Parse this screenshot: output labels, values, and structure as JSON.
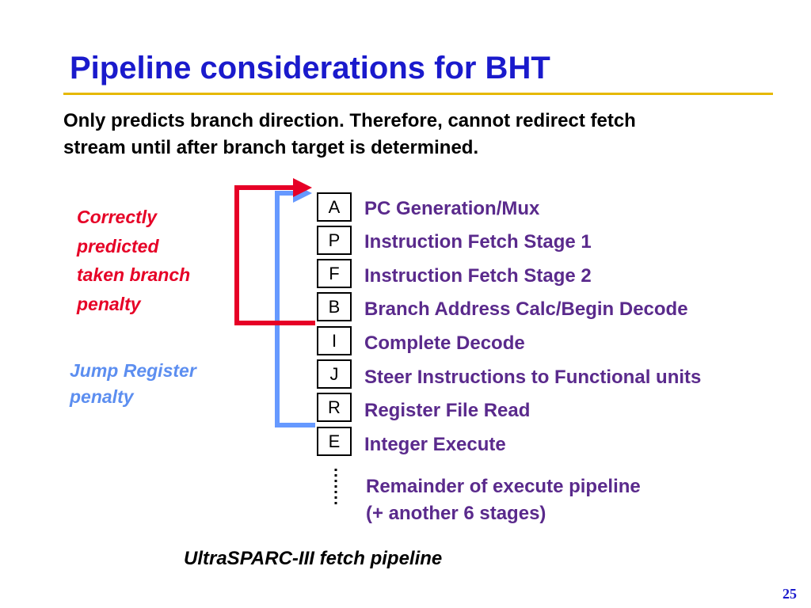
{
  "slide": {
    "title": "Pipeline considerations for BHT",
    "subtitle_lines": [
      "Only predicts branch direction. Therefore, cannot redirect fetch",
      "stream until after branch target is determined."
    ],
    "red_label_lines": [
      "Correctly",
      "predicted",
      "taken branch",
      "penalty"
    ],
    "blue_label_lines": [
      "Jump Register",
      "penalty"
    ],
    "stages": [
      {
        "letter": "A",
        "description": "PC Generation/Mux"
      },
      {
        "letter": "P",
        "description": "Instruction Fetch Stage 1"
      },
      {
        "letter": "F",
        "description": "Instruction Fetch Stage 2"
      },
      {
        "letter": "B",
        "description": "Branch Address Calc/Begin Decode"
      },
      {
        "letter": "I",
        "description": "Complete Decode"
      },
      {
        "letter": "J",
        "description": "Steer Instructions to Functional units"
      },
      {
        "letter": "R",
        "description": "Register File Read"
      },
      {
        "letter": "E",
        "description": "Integer Execute"
      }
    ],
    "remainder_lines": [
      "Remainder of execute pipeline",
      "(+ another 6 stages)"
    ],
    "caption": "UltraSPARC-III fetch pipeline",
    "page_number": "25"
  },
  "colors": {
    "title": "#1a1acc",
    "title_rule": "#e6b800",
    "red_arrow": "#e60026",
    "blue_arrow": "#6699ff",
    "stage_text": "#5a2a8c"
  }
}
